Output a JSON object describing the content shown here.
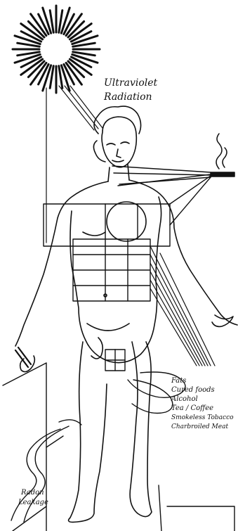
{
  "labels": {
    "uv": [
      "Ultraviolet",
      "Radiation"
    ],
    "diet": [
      "Fats",
      "Cured foods",
      "Alcohol",
      "Tea / Coffee",
      "Smokeless Tobacco",
      "Charbroiled Meat"
    ],
    "radon": [
      "Radon",
      "Leakage"
    ]
  },
  "icons": [
    "sun-icon",
    "cigarette-icon",
    "human-figure",
    "snake-icon"
  ],
  "colors": {
    "ink": "#111111",
    "paper": "#ffffff"
  }
}
